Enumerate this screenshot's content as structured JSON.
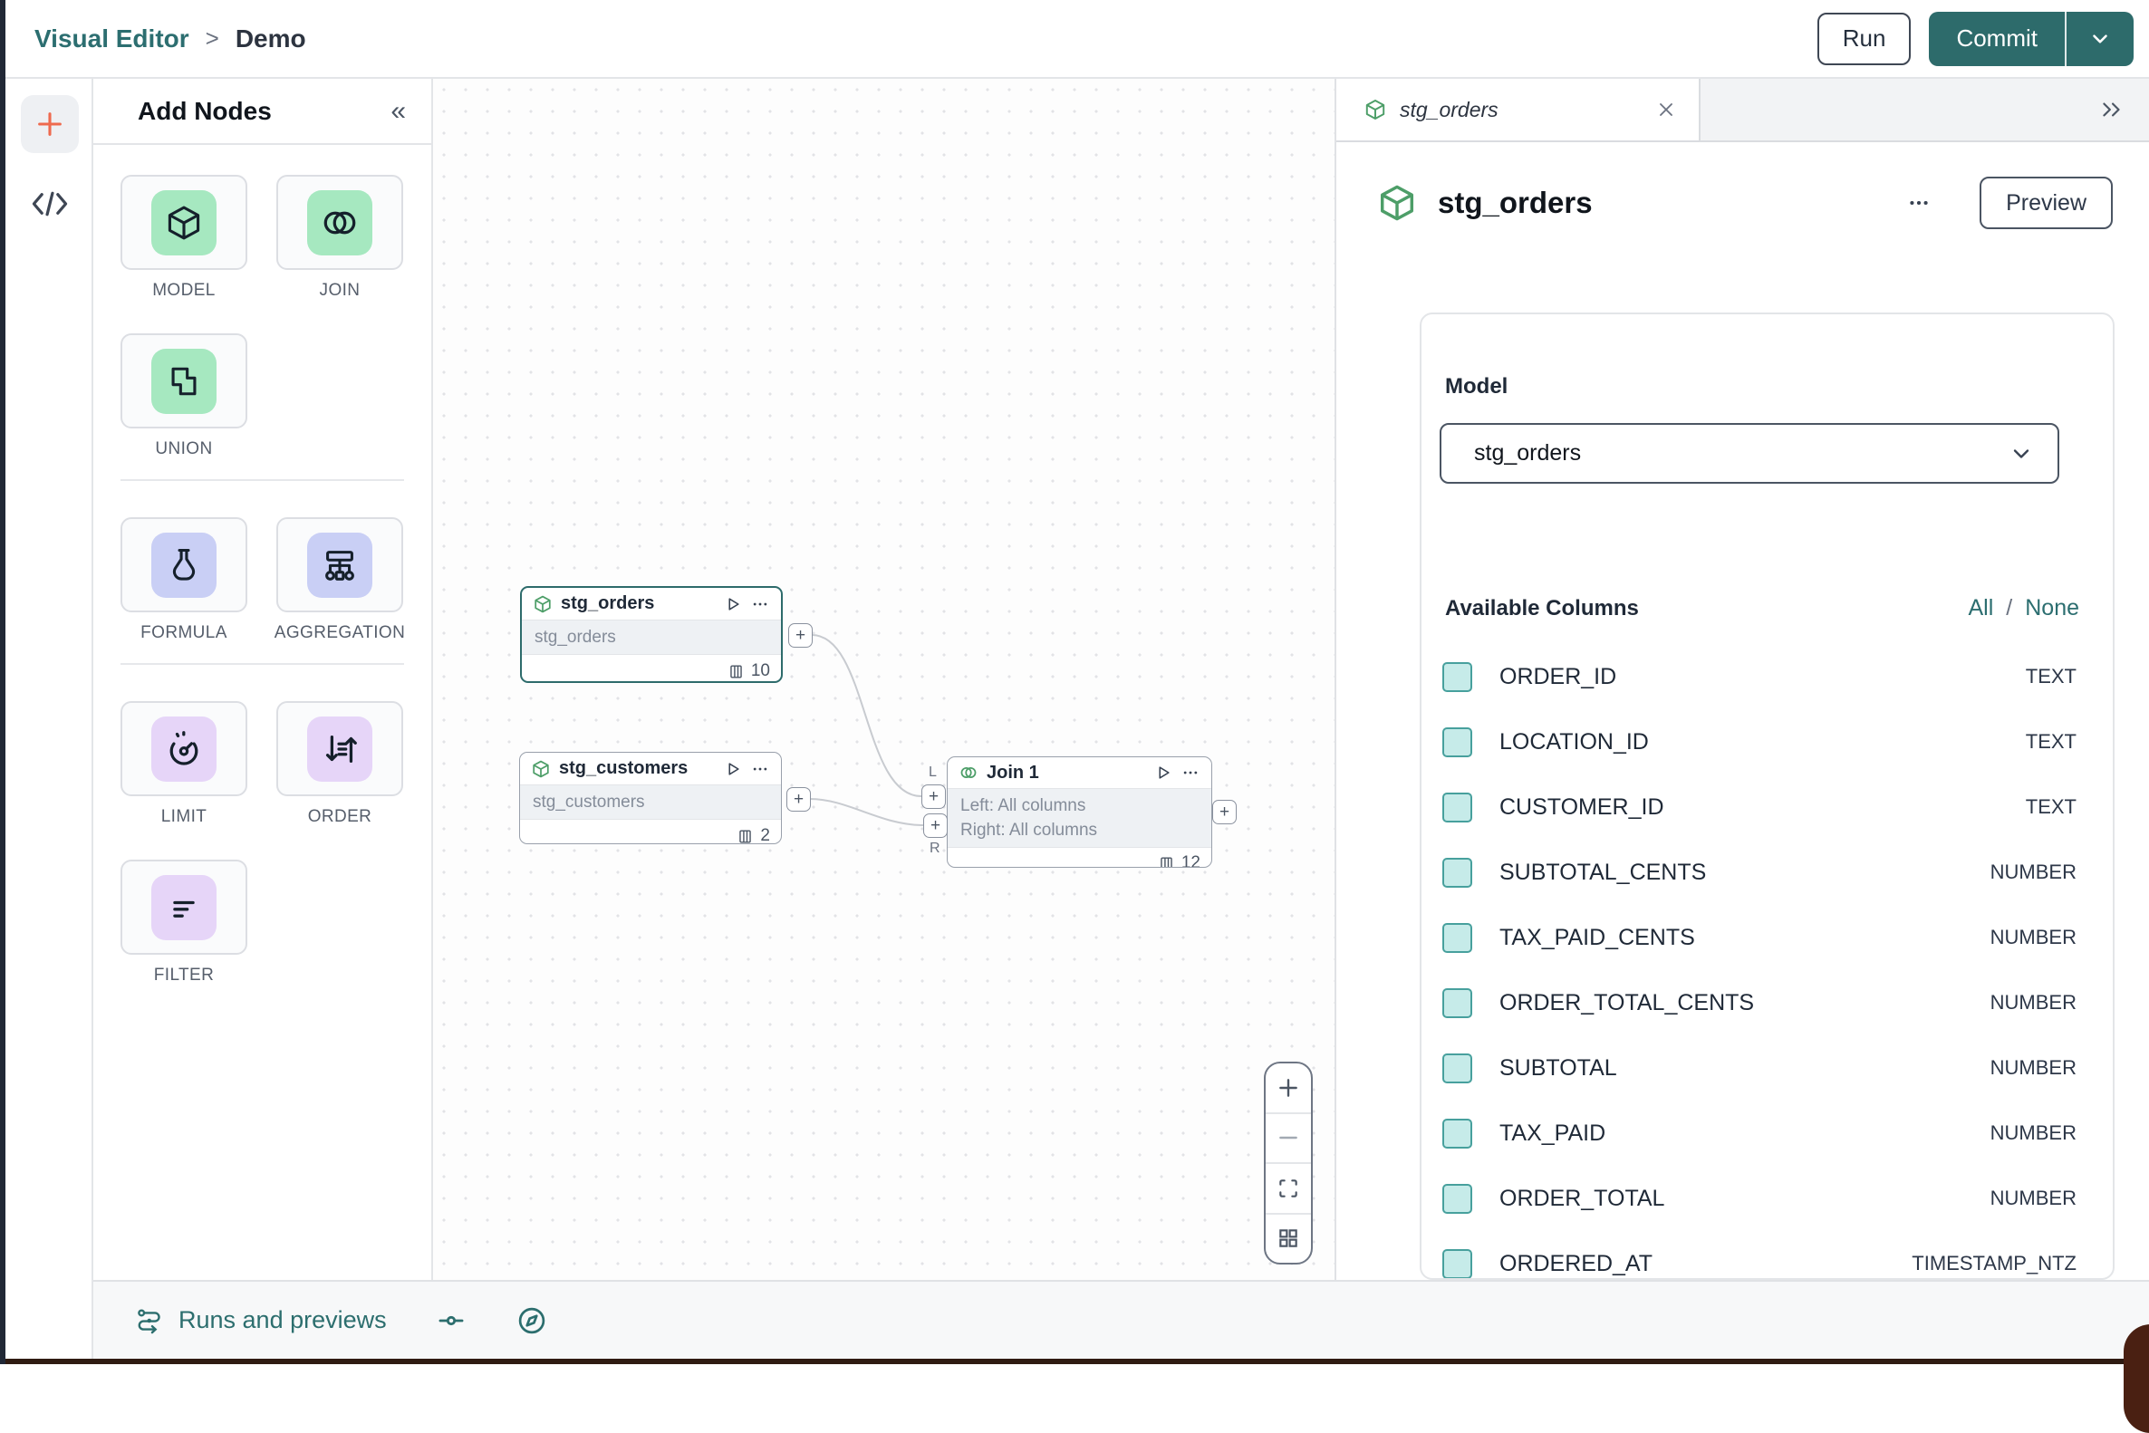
{
  "topbar": {
    "breadcrumb": {
      "root": "Visual Editor",
      "separator": ">",
      "current": "Demo"
    },
    "run_label": "Run",
    "commit_label": "Commit"
  },
  "add_nodes": {
    "title": "Add Nodes",
    "collapse_glyph": "«",
    "tiles": [
      {
        "label": "MODEL",
        "icon": "cube-icon",
        "tint": "green"
      },
      {
        "label": "JOIN",
        "icon": "join-circles-icon",
        "tint": "green"
      },
      {
        "label": "UNION",
        "icon": "union-squares-icon",
        "tint": "green"
      },
      {
        "label": "FORMULA",
        "icon": "flask-icon",
        "tint": "blue"
      },
      {
        "label": "AGGREGATION",
        "icon": "hierarchy-icon",
        "tint": "blue"
      },
      {
        "label": "LIMIT",
        "icon": "gauge-icon",
        "tint": "purple"
      },
      {
        "label": "ORDER",
        "icon": "sort-arrows-icon",
        "tint": "purple"
      },
      {
        "label": "FILTER",
        "icon": "filter-lines-icon",
        "tint": "purple"
      }
    ]
  },
  "canvas": {
    "port_plus": "+",
    "nodes": {
      "stg_orders": {
        "title": "stg_orders",
        "subtitle": "stg_orders",
        "count": "10"
      },
      "stg_customers": {
        "title": "stg_customers",
        "subtitle": "stg_customers",
        "count": "2"
      },
      "join": {
        "title": "Join 1",
        "left_line": "Left: All columns",
        "right_line": "Right: All columns",
        "count": "12",
        "left_port_label": "L",
        "right_port_label": "R"
      }
    }
  },
  "right_panel": {
    "tab_label": "stg_orders",
    "expand_glyph": "»",
    "title": "stg_orders",
    "preview_label": "Preview",
    "model_label": "Model",
    "model_value": "stg_orders",
    "columns_heading": "Available Columns",
    "select_all": "All",
    "select_separator": "/",
    "select_none": "None",
    "columns": [
      {
        "name": "ORDER_ID",
        "type": "TEXT"
      },
      {
        "name": "LOCATION_ID",
        "type": "TEXT"
      },
      {
        "name": "CUSTOMER_ID",
        "type": "TEXT"
      },
      {
        "name": "SUBTOTAL_CENTS",
        "type": "NUMBER"
      },
      {
        "name": "TAX_PAID_CENTS",
        "type": "NUMBER"
      },
      {
        "name": "ORDER_TOTAL_CENTS",
        "type": "NUMBER"
      },
      {
        "name": "SUBTOTAL",
        "type": "NUMBER"
      },
      {
        "name": "TAX_PAID",
        "type": "NUMBER"
      },
      {
        "name": "ORDER_TOTAL",
        "type": "NUMBER"
      },
      {
        "name": "ORDERED_AT",
        "type": "TIMESTAMP_NTZ"
      }
    ]
  },
  "bottom_bar": {
    "runs_label": "Runs and previews"
  },
  "colors": {
    "accent_teal": "#2d6b6b",
    "breadcrumb_teal": "#2c6e70",
    "orange_plus": "#ee6a4e",
    "green_tint": "#a6e8c0",
    "blue_tint": "#c9cff5",
    "purple_tint": "#e6d5f8",
    "checkbox_fill": "#c6ebe9",
    "checkbox_border": "#47a09d",
    "node_selected_border": "#2d6b6b",
    "icon_green": "#4d9e68"
  }
}
